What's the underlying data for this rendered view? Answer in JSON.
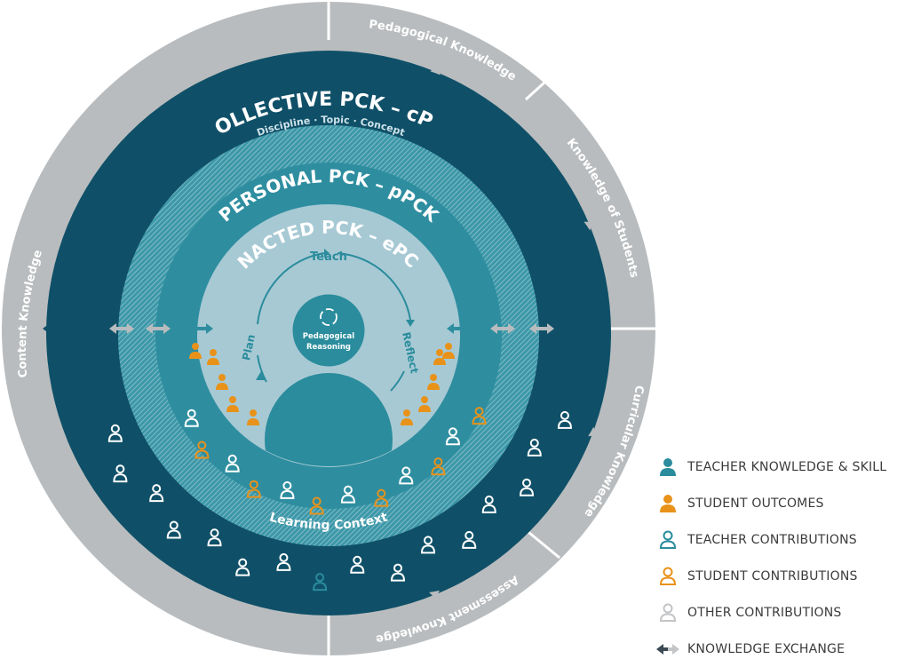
{
  "rings": {
    "collective": {
      "title": "COLLECTIVE PCK – cPCK",
      "subtitle": "Discipline · Topic · Concept"
    },
    "personal": {
      "title": "PERSONAL PCK – pPCK"
    },
    "enacted": {
      "title": "ENACTED PCK – ePCK"
    },
    "learning_context": "Learning Context"
  },
  "outer_segments": [
    "Pedagogical Knowledge",
    "Knowledge of Students",
    "Curricular Knowledge",
    "Assessment Knowledge",
    "Content Knowledge"
  ],
  "cycle": {
    "teach": "Teach",
    "reflect": "Reflect",
    "plan": "Plan",
    "center_line1": "Pedagogical",
    "center_line2": "Reasoning"
  },
  "legend": [
    {
      "icon": "teacher-knowledge-icon",
      "label": "TEACHER KNOWLEDGE & SKILL"
    },
    {
      "icon": "student-outcomes-icon",
      "label": "STUDENT OUTCOMES"
    },
    {
      "icon": "teacher-contributions-icon",
      "label": "TEACHER CONTRIBUTIONS"
    },
    {
      "icon": "student-contributions-icon",
      "label": "STUDENT CONTRIBUTIONS"
    },
    {
      "icon": "other-contributions-icon",
      "label": "OTHER CONTRIBUTIONS"
    },
    {
      "icon": "knowledge-exchange-icon",
      "label": "KNOWLEDGE EXCHANGE"
    }
  ],
  "colors": {
    "outer_gray": "#b9bcbe",
    "collective_dark": "#0f5068",
    "personal_teal": "#2e8ea0",
    "enacted_light": "#a7c9d4",
    "teacher_teal": "#2a8c9c",
    "student_orange": "#e8921a",
    "white": "#ffffff"
  }
}
